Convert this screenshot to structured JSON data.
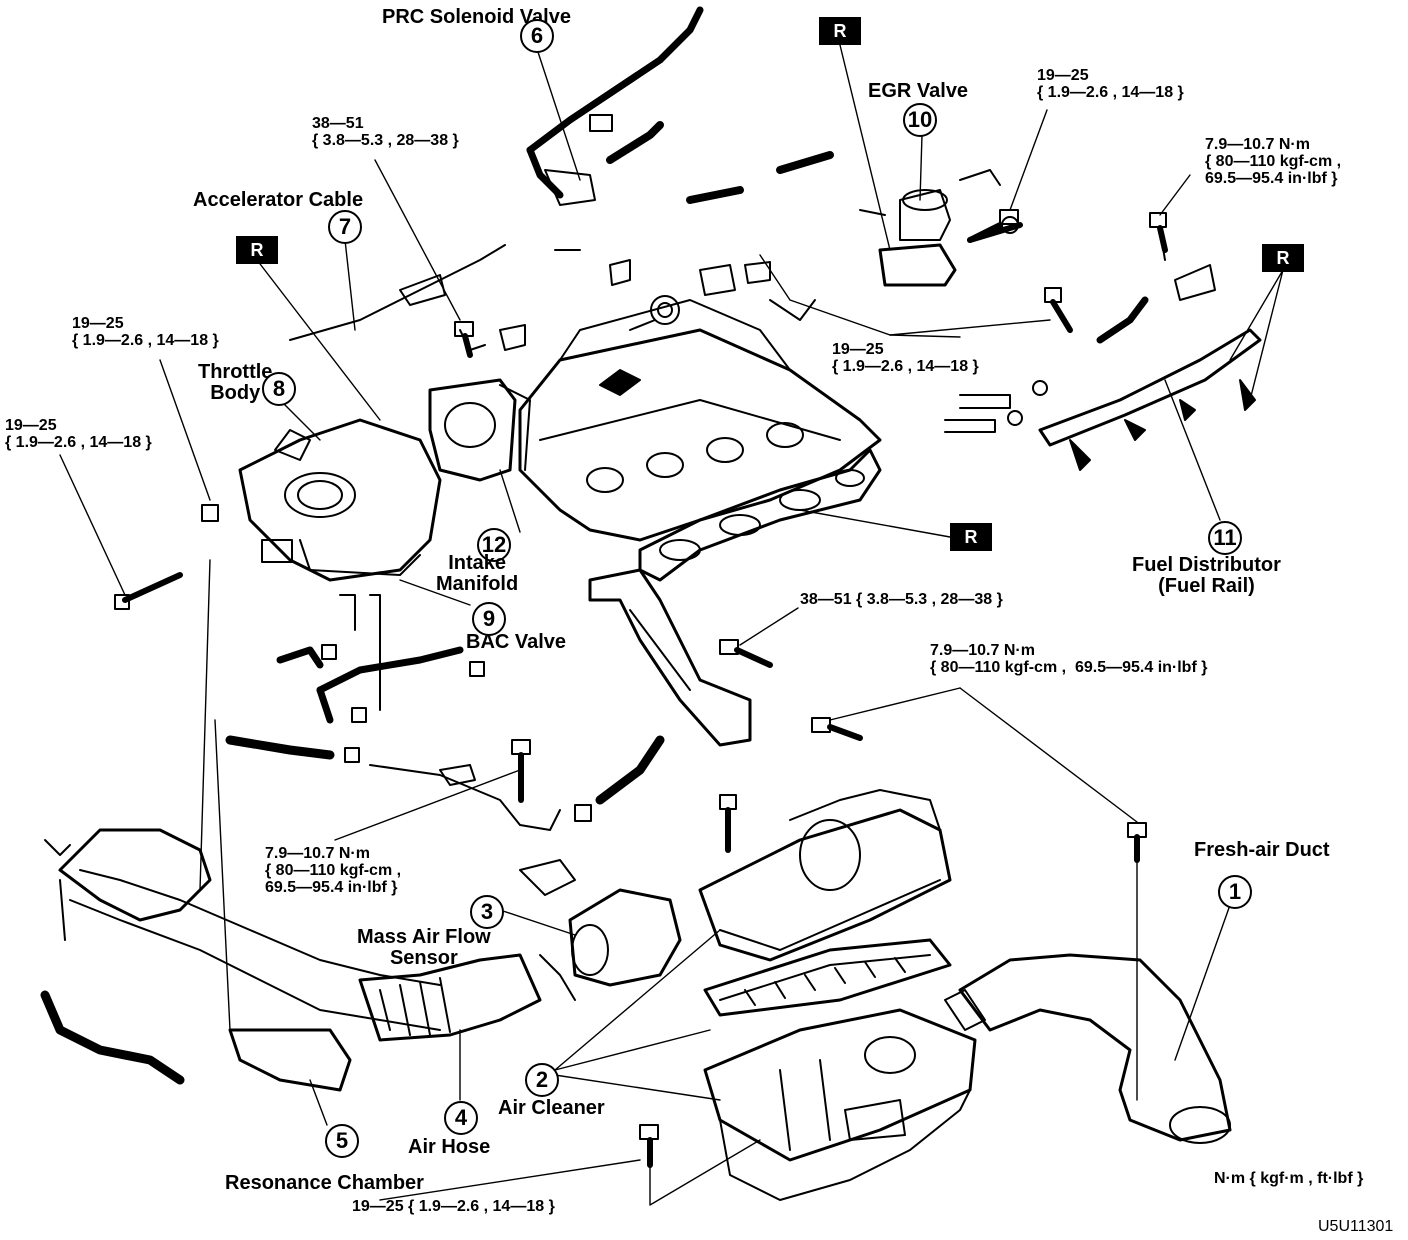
{
  "parts": {
    "p1": {
      "num": "1",
      "name": "Fresh-air Duct"
    },
    "p2": {
      "num": "2",
      "name": "Air Cleaner"
    },
    "p3": {
      "num": "3",
      "name": "Mass Air Flow\nSensor"
    },
    "p4": {
      "num": "4",
      "name": "Air Hose"
    },
    "p5": {
      "num": "5",
      "name": "Resonance Chamber"
    },
    "p6": {
      "num": "6",
      "name": "PRC Solenoid Valve"
    },
    "p7": {
      "num": "7",
      "name": "Accelerator Cable"
    },
    "p8": {
      "num": "8",
      "name": "Throttle\nBody"
    },
    "p9": {
      "num": "9",
      "name": "BAC Valve"
    },
    "p10": {
      "num": "10",
      "name": "EGR Valve"
    },
    "p11": {
      "num": "11",
      "name": "Fuel Distributor\n(Fuel Rail)"
    },
    "p12": {
      "num": "12",
      "name": "Intake\nManifold"
    }
  },
  "torques": {
    "t_3851_top": "38—51\n{ 3.8—5.3 , 28—38 }",
    "t_3851_mid": "38—51 { 3.8—5.3 , 28—38 }",
    "t_1925_egr": "19—25\n{ 1.9—2.6 , 14—18 }",
    "t_1925_throttle": "19—25\n{ 1.9—2.6 , 14—18 }",
    "t_1925_left": "19—25\n{ 1.9—2.6 , 14—18 }",
    "t_1925_rail": "19—25\n{ 1.9—2.6 , 14—18 }",
    "t_1925_bottom": "19—25 { 1.9—2.6 , 14—18 }",
    "t_79_rail": "7.9—10.7 N·m\n{ 80—110 kgf-cm ,\n69.5—95.4 in·lbf }",
    "t_79_duct": "7.9—10.7 N·m\n{ 80—110 kgf-cm ,  69.5—95.4 in·lbf }",
    "t_79_left": "7.9—10.7 N·m\n{ 80—110 kgf-cm ,\n69.5—95.4 in·lbf }"
  },
  "replace_marker": "R",
  "units_note": "N·m { kgf·m , ft·lbf }",
  "figure_code": "U5U11301"
}
